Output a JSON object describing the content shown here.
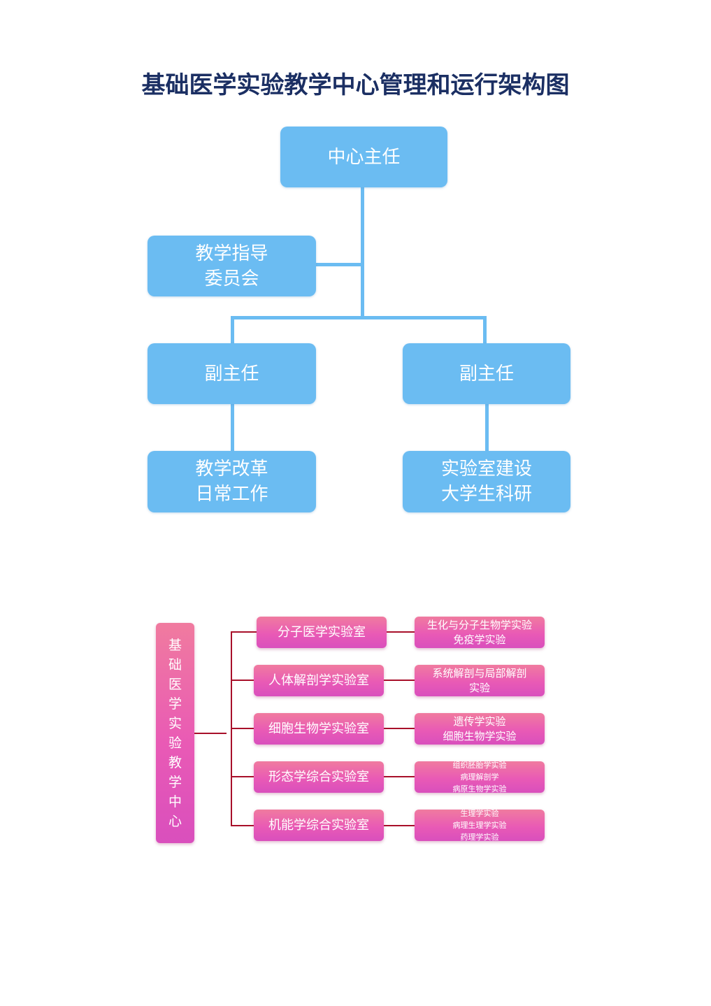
{
  "title": "基础医学实验教学中心管理和运行架构图",
  "colors": {
    "title": "#1b2f63",
    "blue_box": "#6bbcf2",
    "pink_start": "#f07b9f",
    "pink_end": "#d94fbd",
    "connector_red": "#a8102a"
  },
  "org_chart": {
    "director": "中心主任",
    "committee": [
      "教学指导",
      "委员会"
    ],
    "deputy_left": "副主任",
    "deputy_right": "副主任",
    "duty_left": [
      "教学改革",
      "日常工作"
    ],
    "duty_right": [
      "实验室建设",
      "大学生科研"
    ]
  },
  "lab_structure": {
    "center_chars": [
      "基",
      "础",
      "医",
      "学",
      "实",
      "验",
      "教",
      "学",
      "中",
      "心"
    ],
    "labs": [
      {
        "name": "分子医学实验室",
        "courses": [
          "生化与分子生物学实验",
          "免疫学实验"
        ]
      },
      {
        "name": "人体解剖学实验室",
        "courses": [
          "系统解剖与局部解剖",
          "实验"
        ]
      },
      {
        "name": "细胞生物学实验室",
        "courses": [
          "遗传学实验",
          "细胞生物学实验"
        ]
      },
      {
        "name": "形态学综合实验室",
        "courses": [
          "组织胚胎学实验",
          "病理解剖学",
          "病原生物学实验"
        ]
      },
      {
        "name": "机能学综合实验室",
        "courses": [
          "生理学实验",
          "病理生理学实验",
          "药理学实验"
        ]
      }
    ]
  }
}
